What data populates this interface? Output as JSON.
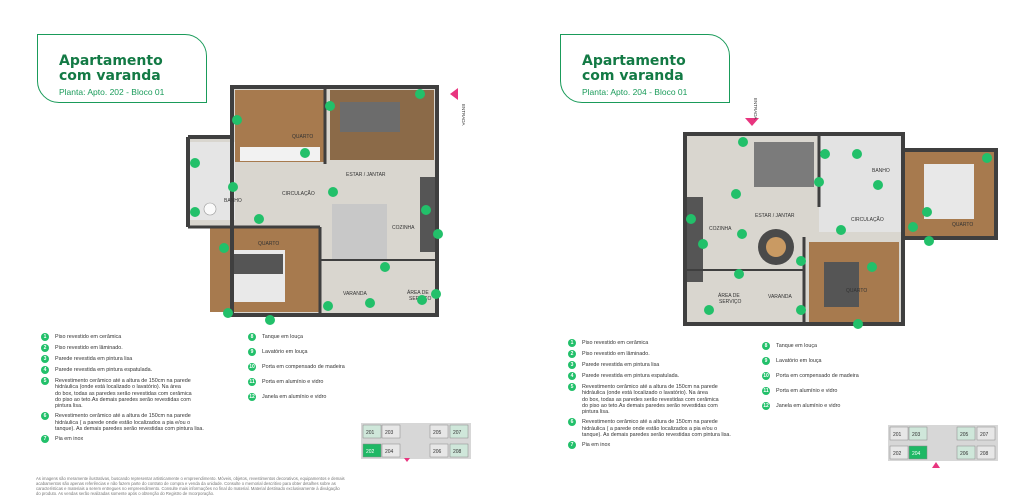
{
  "left": {
    "title_line1": "Apartamento",
    "title_line2": "com varanda",
    "subtitle": "Planta: Apto. 202 - Bloco 01",
    "entrance_label": "ENTRADA",
    "rooms": {
      "quarto_top": "QUARTO",
      "estar": "ESTAR / JANTAR",
      "circulacao": "CIRCULAÇÃO",
      "banho": "BANHO",
      "cozinha": "COZINHA",
      "quarto_bottom": "QUARTO",
      "varanda": "VARANDA",
      "area": "ÁREA DE\nSERVIÇO"
    },
    "marker_labels": [
      "1",
      "2",
      "3",
      "4",
      "5",
      "6",
      "7",
      "8",
      "9",
      "10",
      "11",
      "12"
    ],
    "unit_map": {
      "top": [
        "201",
        "203",
        "205",
        "207"
      ],
      "bottom": [
        "202",
        "204",
        "206",
        "208"
      ],
      "highlight": "202"
    }
  },
  "right": {
    "title_line1": "Apartamento",
    "title_line2": "com varanda",
    "subtitle": "Planta: Apto. 204 - Bloco 01",
    "entrance_label": "ENTRADA",
    "rooms": {
      "banho": "BANHO",
      "quarto_right": "QUARTO",
      "estar": "ESTAR / JANTAR",
      "cozinha": "COZINHA",
      "circulacao": "CIRCULAÇÃO",
      "area": "ÁREA DE\nSERVIÇO",
      "varanda": "VARANDA",
      "quarto_bottom": "QUARTO"
    },
    "unit_map": {
      "top": [
        "201",
        "203",
        "205",
        "207"
      ],
      "bottom": [
        "202",
        "204",
        "206",
        "208"
      ],
      "highlight": "204"
    }
  },
  "legend": {
    "col1": [
      {
        "n": "1",
        "text": "Piso revestido em cerâmica"
      },
      {
        "n": "2",
        "text": "Piso revestido em lâminado."
      },
      {
        "n": "3",
        "text": "Parede revestida em pintura lisa"
      },
      {
        "n": "4",
        "text": "Parede revestida em pintura espatulada."
      },
      {
        "n": "5",
        "text": "Revestimento cerâmico até a altura de 150cm na parede\nhidráulica (onde está localizado o lavatório). Na área\ndo box, todas as paredes serão revestidas com cerâmica\ndo piso ao teto.As demais paredes serão revestidas com\npintura lisa."
      },
      {
        "n": "6",
        "text": "Revestimento cerâmico até a altura de 150cm na parede\nhidráulica ( a parede onde estão localizados a pia e/ou o\ntanque). As demais paredes serão revestidas com pintura lisa."
      },
      {
        "n": "7",
        "text": "Pia em inox"
      }
    ],
    "col2": [
      {
        "n": "8",
        "text": "Tanque em louça"
      },
      {
        "n": "9",
        "text": "Lavatório em louça"
      },
      {
        "n": "10",
        "text": "Porta em compensado de madeira"
      },
      {
        "n": "11",
        "text": "Porta em alumínio e vidro"
      },
      {
        "n": "12",
        "text": "Janela em alumínio e vidro"
      }
    ]
  },
  "disclaimer": "As imagens são meramente ilustrativas, buscando representar artisticamente o empreendimento. Móveis, objetos, revestimentos decorativos, equipamentos e demais\nacabamentos são apenas referências e não fazem parte do contrato de compra e venda da unidade. Consulte o memorial descritivo para obter detalhes sobre as\ncaracterísticas e materiais a serem entregues no empreendimento. Consulte mais informações no final do material. Material destinado exclusivamente à divulgação\ndo produto. As vendas serão realizadas somente após o obtenção do Registro de Incorporação.",
  "colors": {
    "brand_green": "#137a45",
    "accent_green": "#22c06a",
    "entrance_pink": "#e8357f",
    "wall": "#3f3f3f",
    "floor_tile": "#d9d6cf",
    "floor_wood": "#a77a4e"
  }
}
